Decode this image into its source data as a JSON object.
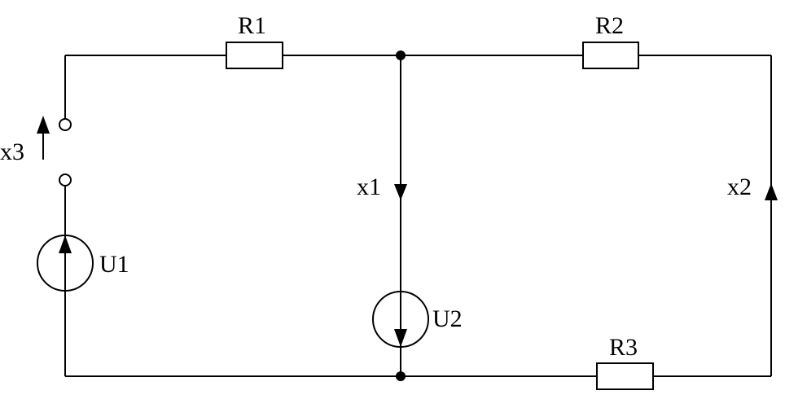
{
  "components": {
    "R1": "R1",
    "R2": "R2",
    "R3": "R3",
    "U1": "U1",
    "U2": "U2"
  },
  "currents": {
    "x1": "x1",
    "x2": "x2",
    "x3": "x3"
  }
}
